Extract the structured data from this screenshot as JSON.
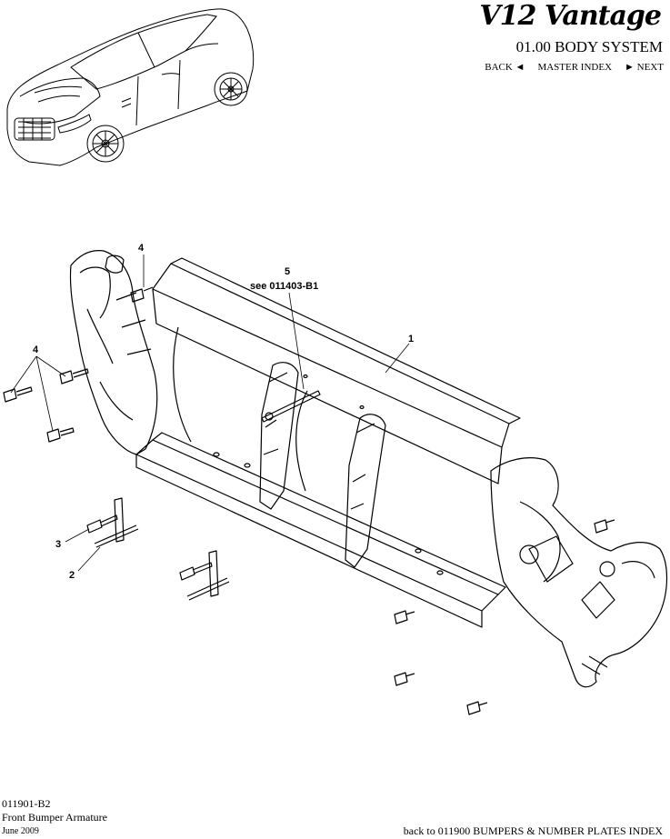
{
  "header": {
    "brand": "V12 Vantage",
    "section_title": "01.00 BODY SYSTEM",
    "nav": {
      "back": "BACK ◄",
      "master_index": "MASTER INDEX",
      "next": "► NEXT"
    }
  },
  "diagram": {
    "callouts": [
      {
        "id": "c1",
        "text": "1"
      },
      {
        "id": "c2",
        "text": "2"
      },
      {
        "id": "c3",
        "text": "3"
      },
      {
        "id": "c4a",
        "text": "4"
      },
      {
        "id": "c4b",
        "text": "4"
      },
      {
        "id": "c5",
        "text": "5"
      },
      {
        "id": "c5ref",
        "text": "see 011403-B1"
      }
    ]
  },
  "footer": {
    "part_number": "011901-B2",
    "part_name": "Front Bumper Armature",
    "date": "June 2009",
    "back_link": "back to 011900 BUMPERS & NUMBER PLATES INDEX"
  }
}
